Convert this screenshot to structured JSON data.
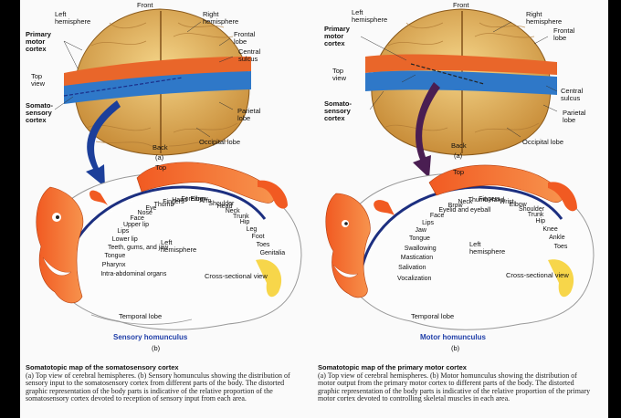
{
  "left": {
    "top_labels": {
      "front": "Front",
      "left_hemisphere": "Left\nhemisphere",
      "right_hemisphere": "Right\nhemisphere",
      "primary_motor": "Primary\nmotor\ncortex",
      "frontal_lobe": "Frontal\nlobe",
      "central_sulcus": "Central\nsulcus",
      "top_view": "Top\nview",
      "somatosensory": "Somato-\nsensory\ncortex",
      "parietal_lobe": "Parietal\nlobe",
      "back": "Back",
      "occipital": "Occipital lobe",
      "panel_a": "(a)"
    },
    "bottom_labels": {
      "top": "Top",
      "left_hemisphere": "Left\nhemisphere",
      "cross_section": "Cross-sectional view",
      "temporal": "Temporal lobe",
      "title": "Sensory homunculus",
      "panel_b": "(b)"
    },
    "parts": [
      "Genitalia",
      "Toes",
      "Foot",
      "Leg",
      "Hip",
      "Trunk",
      "Neck",
      "Head",
      "Shoulder",
      "Arm",
      "Elbow",
      "Forearm",
      "Hand",
      "Fingers",
      "Thumb",
      "Eye",
      "Nose",
      "Face",
      "Upper lip",
      "Lips",
      "Lower lip",
      "Teeth, gums, and jaw",
      "Tongue",
      "Pharynx",
      "Intra-abdominal organs"
    ],
    "caption_title": "Somatotopic map of the somatosensory cortex",
    "caption_text": "(a) Top view of cerebral hemispheres. (b) Sensory homunculus showing the distribution of sensory input to the somatosensory cortex from different parts of the body. The distorted graphic representation of the body parts is indicative of the relative proportion of the somatosensory cortex devoted to reception of sensory input from each area."
  },
  "right": {
    "top_labels": {
      "front": "Front",
      "left_hemisphere": "Left\nhemisphere",
      "right_hemisphere": "Right\nhemisphere",
      "primary_motor": "Primary\nmotor\ncortex",
      "frontal_lobe": "Frontal\nlobe",
      "central_sulcus": "Central\nsulcus",
      "top_view": "Top\nview",
      "somatosensory": "Somato-\nsensory\ncortex",
      "parietal_lobe": "Parietal\nlobe",
      "back": "Back",
      "occipital": "Occipital lobe",
      "panel_a": "(a)"
    },
    "bottom_labels": {
      "top": "Top",
      "left_hemisphere": "Left\nhemisphere",
      "cross_section": "Cross-sectional view",
      "temporal": "Temporal lobe",
      "title": "Motor homunculus",
      "panel_b": "(b)"
    },
    "parts": [
      "Toes",
      "Ankle",
      "Knee",
      "Hip",
      "Trunk",
      "Shoulder",
      "Elbow",
      "Wrist",
      "Hand",
      "Fingers",
      "Thumb",
      "Neck",
      "Brow",
      "Eyelid and eyeball",
      "Face",
      "Lips",
      "Jaw",
      "Tongue",
      "Swallowing",
      "Mastication",
      "Salivation",
      "Vocalization"
    ],
    "caption_title": "Somatotopic map of the primary motor cortex",
    "caption_text": "(a) Top view of cerebral hemispheres. (b) Motor homunculus showing the distribution of motor output from the primary motor cortex to different parts of the body. The distorted graphic representation of the body parts is indicative of the relative proportion of the primary motor cortex devoted to controlling skeletal muscles in each area."
  },
  "colors": {
    "motor_band": "#e9662a",
    "sensory_band": "#2f78c8",
    "brain": "#e8b95f",
    "arrow_left": "#1c3f9a",
    "arrow_right": "#4a1e52"
  }
}
